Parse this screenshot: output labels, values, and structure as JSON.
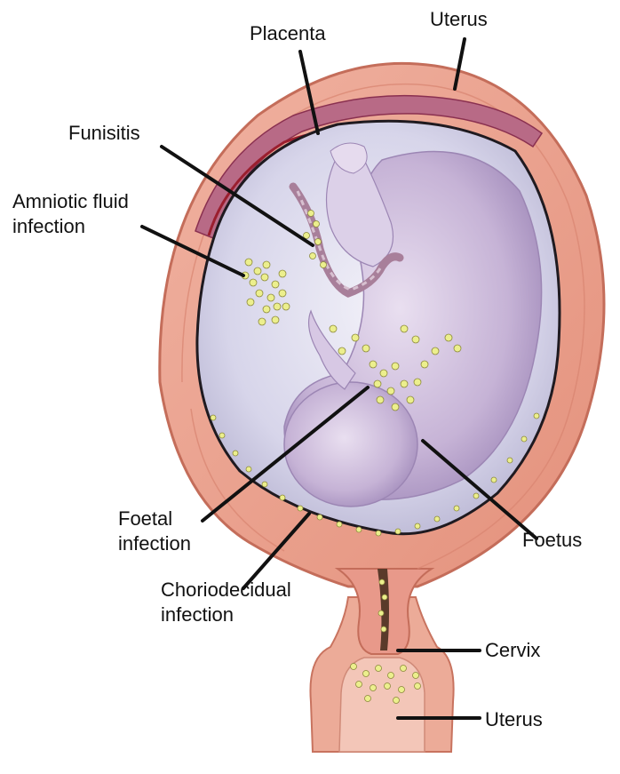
{
  "labels": {
    "placenta": "Placenta",
    "uterus_top": "Uterus",
    "funisitis": "Funisitis",
    "amniotic_line1": "Amniotic fluid",
    "amniotic_line2": "infection",
    "foetal_line1": "Foetal",
    "foetal_line2": "infection",
    "foetus": "Foetus",
    "chorio_line1": "Choriodecidual",
    "chorio_line2": "infection",
    "cervix": "Cervix",
    "uterus_bottom": "Uterus"
  },
  "colors": {
    "uterine_wall": "#eaa08e",
    "uterine_wall_dark": "#d57a66",
    "amniotic_sac": "#d9d8ec",
    "foetus": "#c9b7d8",
    "bacteria": "#e9ec86",
    "placenta": "#a0405c",
    "leader_line": "#111111"
  }
}
